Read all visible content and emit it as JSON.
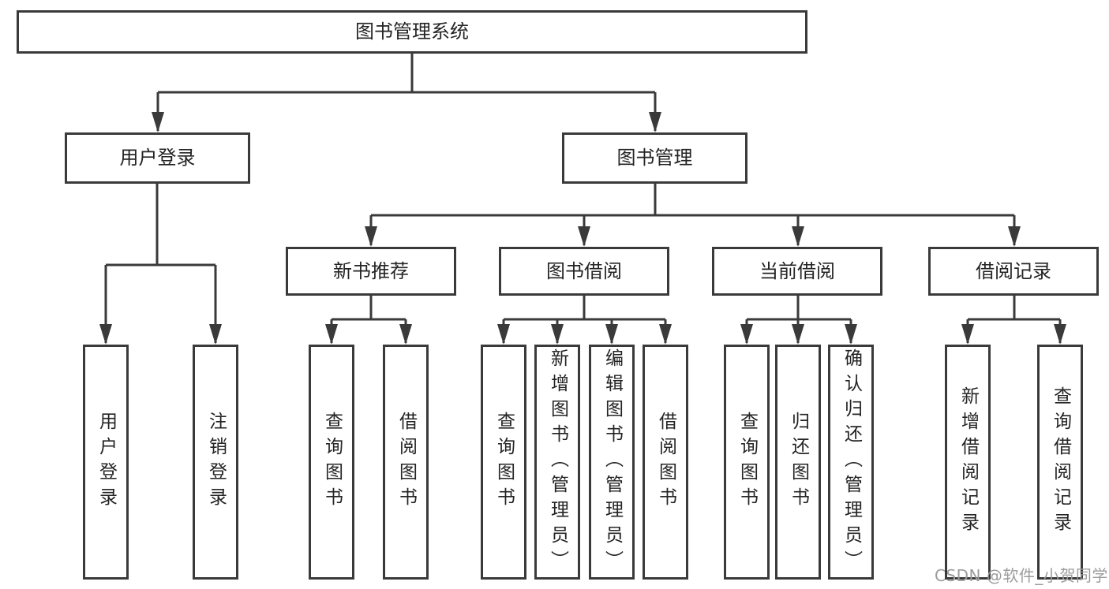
{
  "diagram": {
    "title": "图书管理系统",
    "nodes": {
      "root": "图书管理系统",
      "user_login": "用户登录",
      "book_mgmt": "图书管理",
      "new_books": "新书推荐",
      "book_borrow": "图书借阅",
      "current_borrow": "当前借阅",
      "borrow_records": "借阅记录",
      "leaves": [
        "用户登录",
        "注销登录",
        "查询图书",
        "借阅图书",
        "查询图书",
        "新增图书（管理员）",
        "编辑图书（管理员）",
        "借阅图书",
        "查询图书",
        "归还图书",
        "确认归还（管理员）",
        "新增借阅记录",
        "查询借阅记录"
      ]
    },
    "colors": {
      "line": "#3a3a3a",
      "box_border": "#3a3a3a",
      "text": "#242424",
      "background": "#ffffff",
      "watermark": "#9c9c9c"
    }
  },
  "watermark": {
    "text": "CSDN @软件_小贺同学"
  }
}
